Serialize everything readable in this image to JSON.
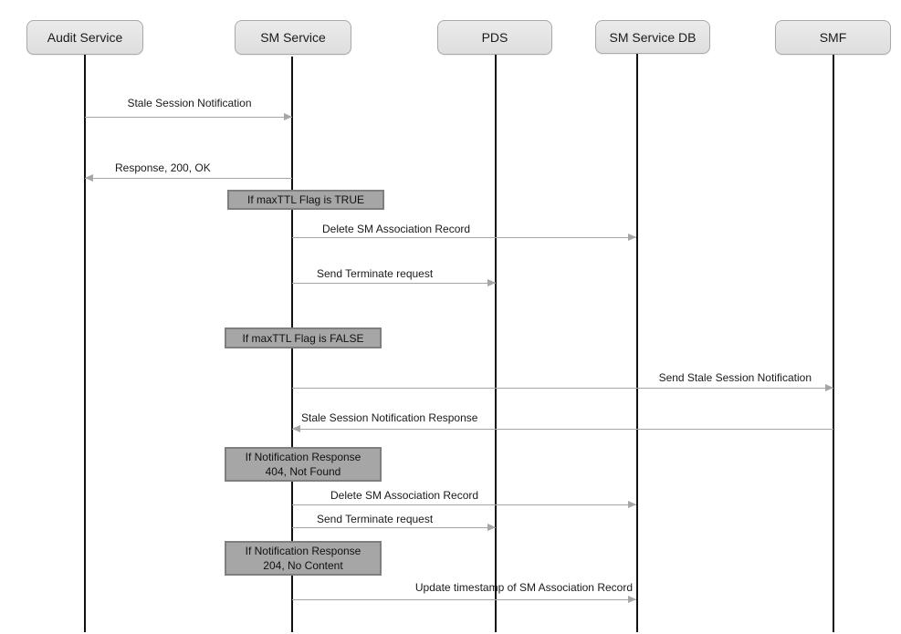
{
  "diagram_type": "sequence",
  "colors": {
    "background": "#ffffff",
    "actor_fill": "#e6e6e6",
    "actor_border": "#a9a9a9",
    "condition_fill": "#a6a6a6",
    "condition_border": "#7f7f7f",
    "lifeline": "#111111",
    "arrow": "#a6a6a6",
    "text": "#1a1a1a"
  },
  "actors": [
    {
      "name": "Audit Service"
    },
    {
      "name": "SM Service"
    },
    {
      "name": "PDS"
    },
    {
      "name": "SM Service DB"
    },
    {
      "name": "SMF"
    }
  ],
  "messages": [
    {
      "label": "Stale Session Notification",
      "from": "Audit Service",
      "to": "SM Service",
      "direction": "right"
    },
    {
      "label": "Response, 200, OK",
      "from": "SM Service",
      "to": "Audit Service",
      "direction": "left"
    },
    {
      "label": "Delete SM Association Record",
      "from": "SM Service",
      "to": "SM Service DB",
      "direction": "right"
    },
    {
      "label": "Send Terminate request",
      "from": "SM Service",
      "to": "PDS",
      "direction": "right"
    },
    {
      "label": "Send Stale Session Notification",
      "from": "SM Service",
      "to": "SMF",
      "direction": "right"
    },
    {
      "label": "Stale Session Notification Response",
      "from": "SMF",
      "to": "SM Service",
      "direction": "left"
    },
    {
      "label": "Delete SM Association Record",
      "from": "SM Service",
      "to": "SM Service DB",
      "direction": "right"
    },
    {
      "label": "Send Terminate request",
      "from": "SM Service",
      "to": "PDS",
      "direction": "right"
    },
    {
      "label": "Update timestamp of SM Association Record",
      "from": "SM Service",
      "to": "SM Service DB",
      "direction": "right"
    }
  ],
  "conditions": [
    {
      "line1": "If maxTTL Flag is TRUE",
      "line2": ""
    },
    {
      "line1": "If maxTTL Flag is FALSE",
      "line2": ""
    },
    {
      "line1": "If Notification Response",
      "line2": "404, Not Found"
    },
    {
      "line1": "If Notification Response",
      "line2": "204, No Content"
    }
  ]
}
